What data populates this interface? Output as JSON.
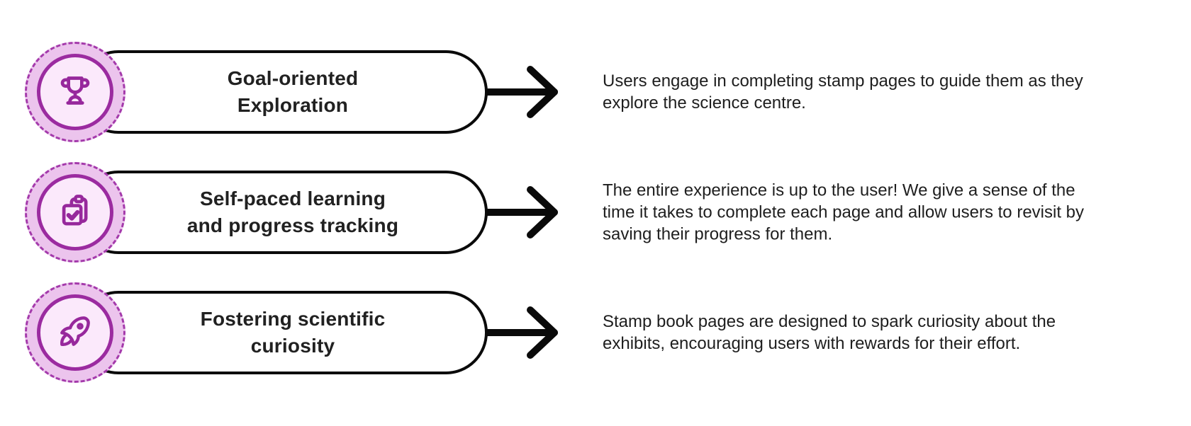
{
  "colors": {
    "icon_magenta": "#97289C",
    "badge_ring": "#9B2BA0",
    "badge_outer_fill": "#ECC4ED",
    "badge_inner_fill": "#FBE9FB",
    "badge_dash": "#A43AAB",
    "pill_border": "#0A0A0A",
    "label_text": "#212121",
    "description_text": "#1E1E1E"
  },
  "rows": [
    {
      "icon": "trophy-icon",
      "label_lines": [
        "Goal-oriented",
        "Exploration"
      ],
      "description_lines": [
        "Users engage in completing stamp pages to guide them as they",
        "explore the science centre."
      ]
    },
    {
      "icon": "clipboard-check-icon",
      "label_lines": [
        "Self-paced learning",
        "and progress tracking"
      ],
      "description_lines": [
        "The entire experience is up to the user! We give a sense of the",
        "time it takes to complete each page and allow users to revisit by",
        "saving their progress for them."
      ]
    },
    {
      "icon": "rocket-icon",
      "label_lines": [
        "Fostering scientific",
        "curiosity"
      ],
      "description_lines": [
        "Stamp book pages are designed to spark curiosity about the",
        "exhibits, encouraging users with rewards for their effort."
      ]
    }
  ]
}
